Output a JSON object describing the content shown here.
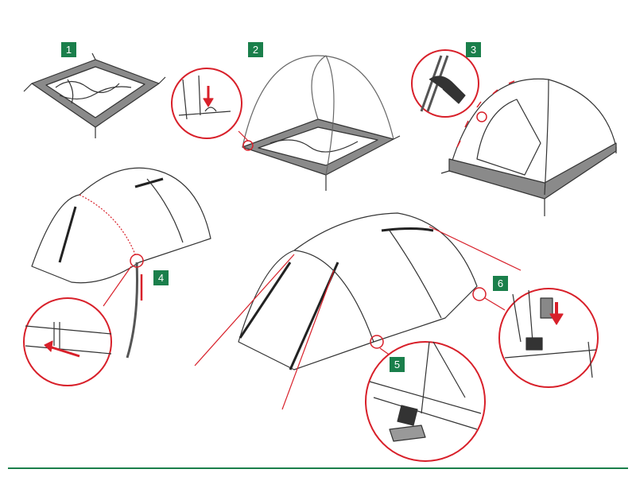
{
  "steps": [
    {
      "label": "1"
    },
    {
      "label": "2"
    },
    {
      "label": "3"
    },
    {
      "label": "4"
    },
    {
      "label": "5"
    },
    {
      "label": "6"
    }
  ],
  "colors": {
    "accent": "#1a7f4b",
    "highlight": "#d8202a",
    "floor": "#8a8a8a",
    "line": "#333333"
  }
}
